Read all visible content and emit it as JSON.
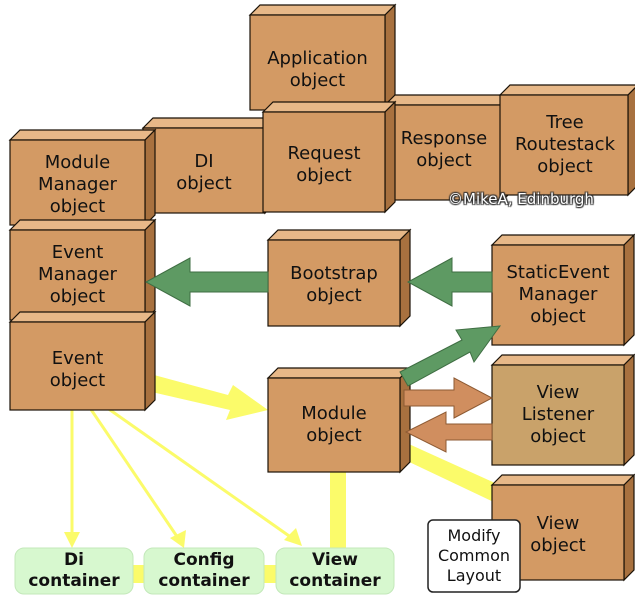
{
  "boxes": {
    "application": "Application\nobject",
    "module_manager": "Module\nManager\nobject",
    "di": "DI\nobject",
    "request": "Request\nobject",
    "response": "Response\nobject",
    "tree_routestack": "Tree\nRoutestack\nobject",
    "event_manager": "Event\nManager\nobject",
    "event": "Event\nobject",
    "bootstrap": "Bootstrap\nobject",
    "static_event_manager": "StaticEvent\nManager\nobject",
    "module": "Module\nobject",
    "view_listener": "View\nListener\nobject",
    "view": "View\nobject"
  },
  "containers": {
    "di": "Di\ncontainer",
    "config": "Config\ncontainer",
    "view": "View\ncontainer"
  },
  "note": "Modify\nCommon\nLayout",
  "credit": "©MikeA, Edinburgh",
  "colors": {
    "box_front": "#d39a64",
    "box_top": "#e7b888",
    "box_side": "#a8713f",
    "box_outline": "#1a1208",
    "green_arrow": "#5e9a63",
    "orange_arrow": "#d08e5f",
    "yellow": "#fbfb6a",
    "container_fill": "#d7f8cf"
  }
}
